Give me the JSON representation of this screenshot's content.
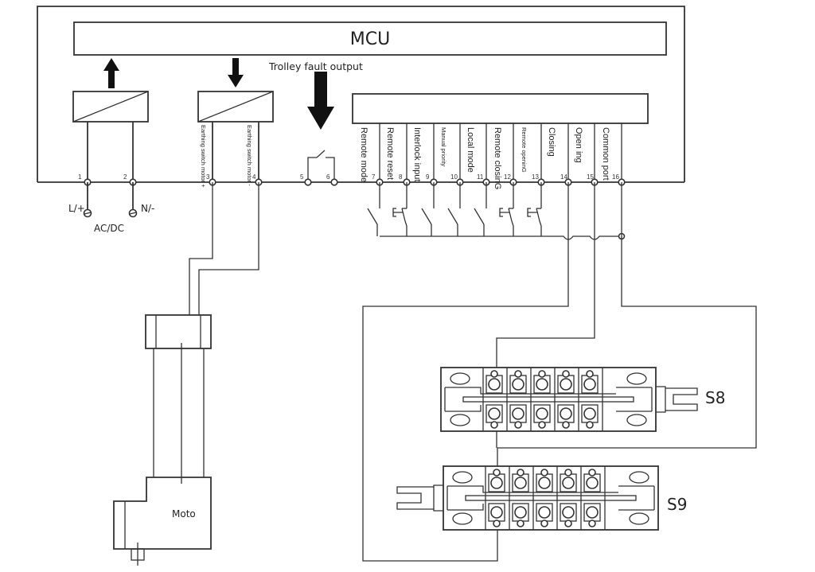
{
  "mcu": {
    "label": "MCU"
  },
  "trolley_fault": {
    "label": "Trolley fault output"
  },
  "power": {
    "positive_label": "L/+",
    "negative_label": "N/-",
    "supply_label": "AC/DC"
  },
  "earthing_labels": {
    "motor_plus": "Earthing switch motor +",
    "motor_minus": "Earthing switch motor -"
  },
  "terminals": [
    "1",
    "2",
    "3",
    "4",
    "5",
    "6",
    "7",
    "8",
    "9",
    "10",
    "11",
    "12",
    "13",
    "14",
    "15",
    "16"
  ],
  "inputs": [
    {
      "label": "Remote mode",
      "terminal": "7"
    },
    {
      "label": "Remote reset",
      "terminal": "8"
    },
    {
      "label": "Interlock input",
      "terminal": "9"
    },
    {
      "label": "Manual priority",
      "terminal": "10"
    },
    {
      "label": "Local mode",
      "terminal": "11"
    },
    {
      "label": "Remote closinG",
      "terminal": "12"
    },
    {
      "label": "Remote openinG",
      "terminal": "13"
    },
    {
      "label": "Closing",
      "terminal": "14"
    },
    {
      "label": "Open ing",
      "terminal": "15"
    },
    {
      "label": "Common port",
      "terminal": "16"
    }
  ],
  "switch_blocks": [
    {
      "label": "S8"
    },
    {
      "label": "S9"
    }
  ],
  "motor": {
    "label": "Moto"
  }
}
